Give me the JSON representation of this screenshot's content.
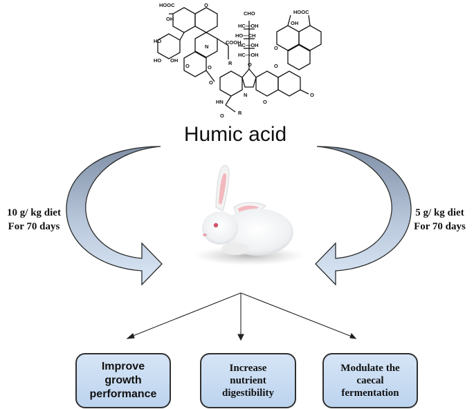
{
  "title": "Humic acid",
  "doses": {
    "left": "10 g/ kg diet\nFor 70 days",
    "right": "5 g/ kg diet\nFor 70 days"
  },
  "outcomes": [
    "Improve\ngrowth\nperformance",
    "Increase\nnutrient\ndigestibility",
    "Modulate the\ncaecal\nfermentation"
  ],
  "molecule_labels": {
    "hooc_top_left": "HOOC",
    "oh_1": "OH",
    "o_top": "O",
    "cho": "CHO",
    "hc_oh_1": "HC—OH",
    "ho_ch": "HO—CH",
    "hc_oh_2": "HC—OH",
    "hc_oh_3": "HC—OH",
    "hooc_top_right": "HOOC",
    "oh_right": "OH",
    "n_ring": "N",
    "cooh": "COOH",
    "r_1": "R",
    "ho_left_1": "HO",
    "ho_left_2": "HO",
    "oh_left": "OH",
    "o_1": "O",
    "o_2": "O",
    "o_3": "O",
    "o_4": "O",
    "o_5": "O",
    "o_6": "O",
    "o_7": "O",
    "n_2": "N",
    "hn": "HN",
    "r_2": "R",
    "o_8": "O",
    "o_9": "O"
  },
  "colors": {
    "arrow_fill_top": "#7f8fa6",
    "arrow_fill_bottom": "#dbe8f7",
    "box_fill": "#c9dcf1",
    "line": "#222222"
  }
}
